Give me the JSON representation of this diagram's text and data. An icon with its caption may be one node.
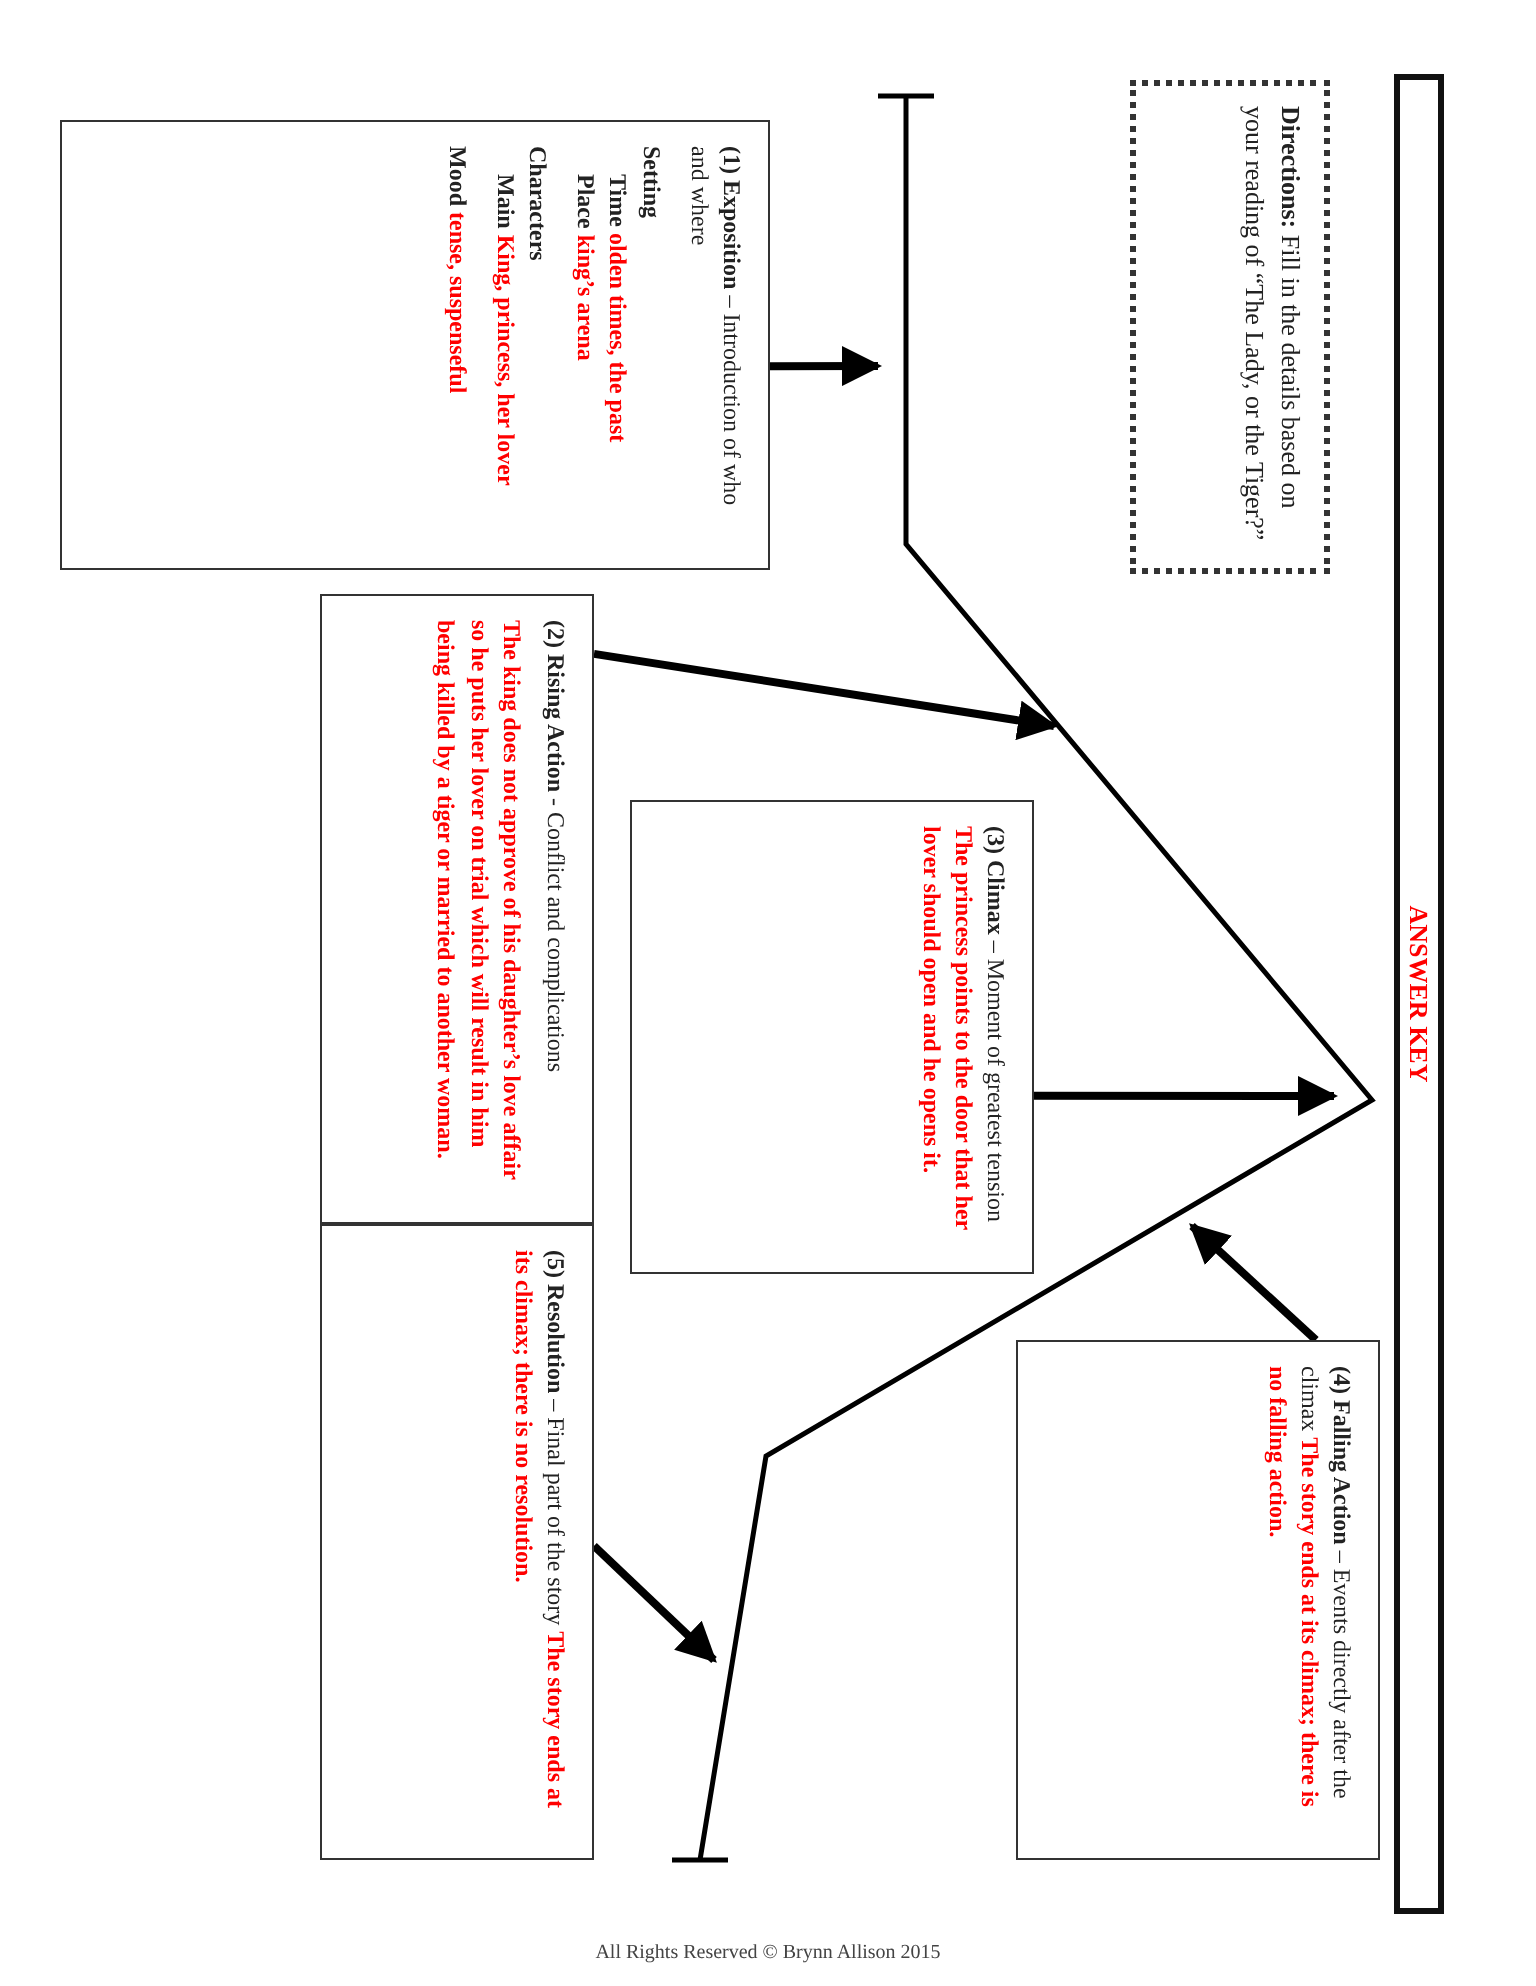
{
  "diagram": {
    "title": "ANSWER KEY",
    "nodes": [
      {
        "text": [
          "**Directions:** Fill in the details based on your reading of “The Lady, or the Tiger?”"
        ]
      },
      {
        "text": [
          "**(1) Exposition** – Introduction of who and where",
          "Setting",
          "Time",
          "olden times, the past",
          "Place",
          "king’s arena",
          "Characters",
          "Main",
          "King, princess, her lover",
          "Mood",
          "tense, suspenseful"
        ]
      },
      {
        "text": [
          "**(2) Rising Action** - Conflict and complications",
          "The king does not approve of his daughter’s love affair so he puts her lover on trial which will result in him being killed by a tiger or married to another woman."
        ]
      },
      {
        "text": [
          "**(3) Climax** – Moment of greatest tension",
          "The princess points to the door that her lover should open and he opens it."
        ]
      },
      {
        "text": [
          "**(4) Falling Action** – Events directly after the climax",
          "The story ends at its climax; there is no falling action."
        ]
      },
      {
        "text": [
          "**(5) Resolution** – Final part of the story",
          "The story ends at its climax; there is no resolution."
        ]
      }
    ],
    "edges": [
      {
        "from": 1,
        "to": null,
        "arrow": "to"
      },
      {
        "from": 2,
        "to": null,
        "arrow": "to"
      },
      {
        "from": 3,
        "to": null,
        "arrow": "to"
      },
      {
        "from": 4,
        "to": null,
        "arrow": "to"
      },
      {
        "from": 5,
        "to": null,
        "arrow": "to"
      }
    ],
    "labels": [
      "All Rights Reserved © Brynn Allison 2015"
    ]
  }
}
